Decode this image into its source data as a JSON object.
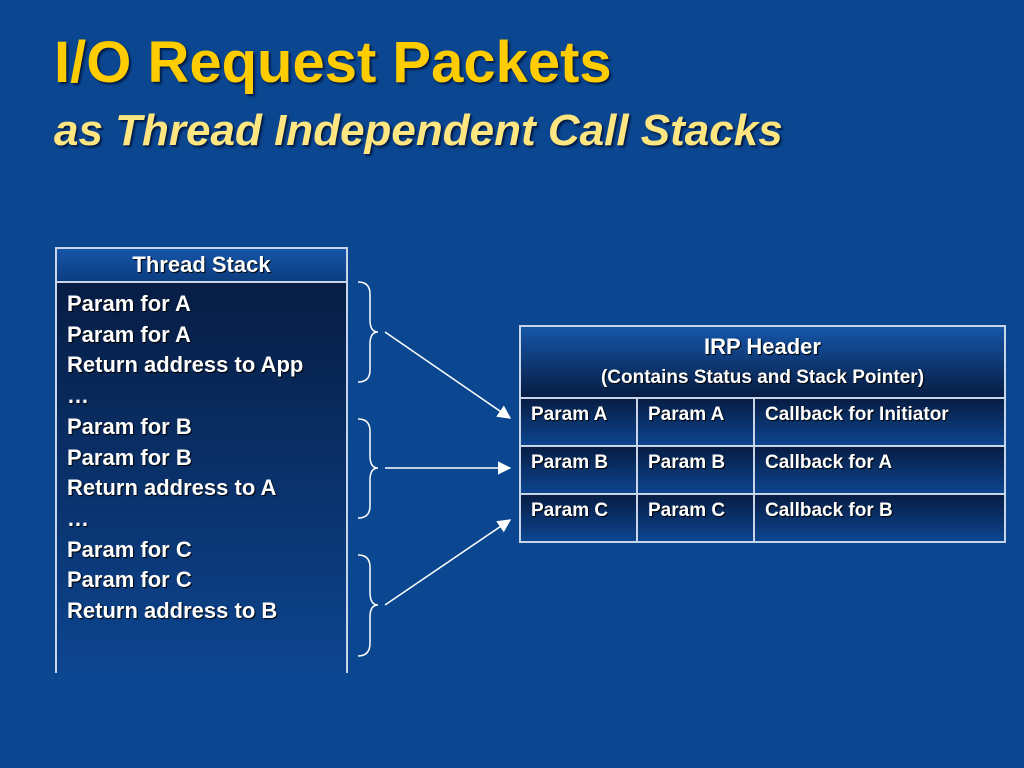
{
  "slide": {
    "title": "I/O Request Packets",
    "subtitle": "as Thread Independent Call Stacks"
  },
  "thread_stack": {
    "header": "Thread Stack",
    "lines": [
      "Param for A",
      "Param for A",
      "Return address to App",
      "…",
      "Param for B",
      "Param for B",
      "Return  address to A",
      "…",
      "Param for C",
      "Param for C",
      "Return address to B"
    ]
  },
  "irp": {
    "header": "IRP Header",
    "subheader": "(Contains Status and Stack Pointer)",
    "rows": [
      [
        "Param A",
        "Param A",
        "Callback for Initiator"
      ],
      [
        "Param B",
        "Param B",
        "Callback for A"
      ],
      [
        "Param C",
        "Param C",
        "Callback for B"
      ]
    ]
  },
  "colors": {
    "background": "#0b4791",
    "title": "#ffcc00",
    "subtitle": "#ffe680",
    "border": "#c8d4e8"
  }
}
